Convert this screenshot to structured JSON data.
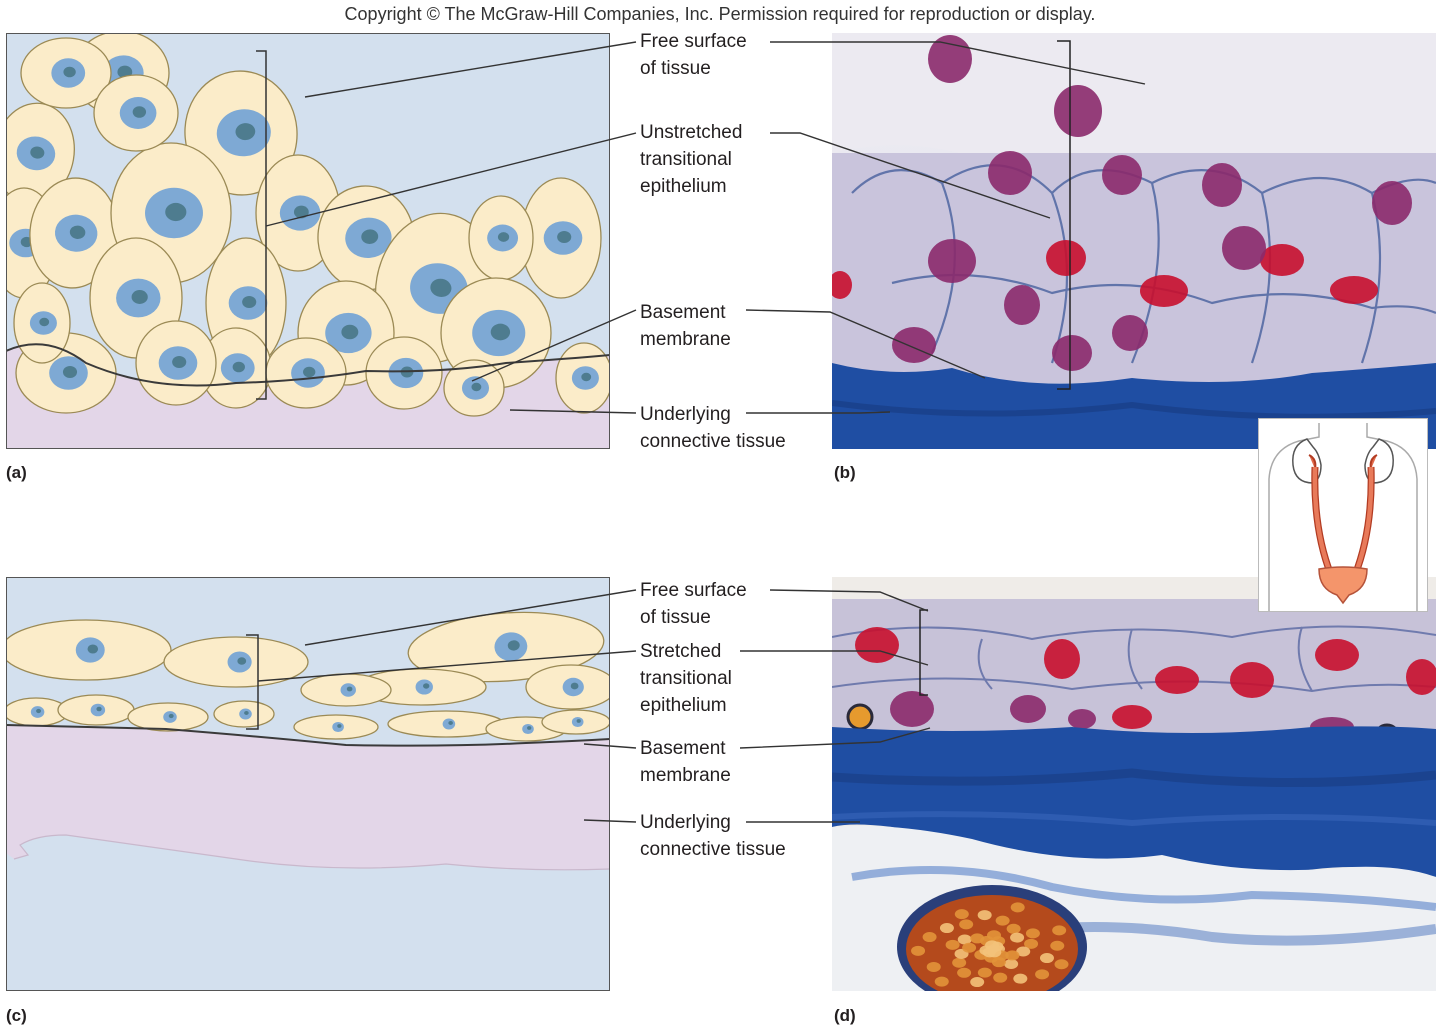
{
  "copyright": "Copyright © The McGraw-Hill Companies, Inc. Permission required for reproduction or display.",
  "panel_labels": {
    "a": "(a)",
    "b": "(b)",
    "c": "(c)",
    "d": "(d)"
  },
  "top_callouts": {
    "free_surface": [
      "Free surface",
      "of tissue"
    ],
    "tissue_name": [
      "Unstretched",
      "transitional",
      "epithelium"
    ],
    "basement": [
      "Basement",
      "membrane"
    ],
    "connective": [
      "Underlying",
      "connective tissue"
    ]
  },
  "bottom_callouts": {
    "free_surface": [
      "Free surface",
      "of tissue"
    ],
    "tissue_name": [
      "Stretched",
      "transitional",
      "epithelium"
    ],
    "basement": [
      "Basement",
      "membrane"
    ],
    "connective": [
      "Underlying",
      "connective tissue"
    ]
  },
  "colors": {
    "lumen": "#d3e0ee",
    "cell": "#fbecc9",
    "cell_outline": "#9b8a55",
    "nucleus": "#7ea9d4",
    "nucleolus": "#4e7c8f",
    "connective": "#e3d6e8",
    "micro_cytoplasm": "#c9c4dc",
    "micro_nucleus_red": "#c8102e",
    "micro_nucleus_purple": "#8b2a6b",
    "micro_connective": "#1f4ea3"
  },
  "icons": {
    "organ_inset": "urinary-system-icon"
  }
}
